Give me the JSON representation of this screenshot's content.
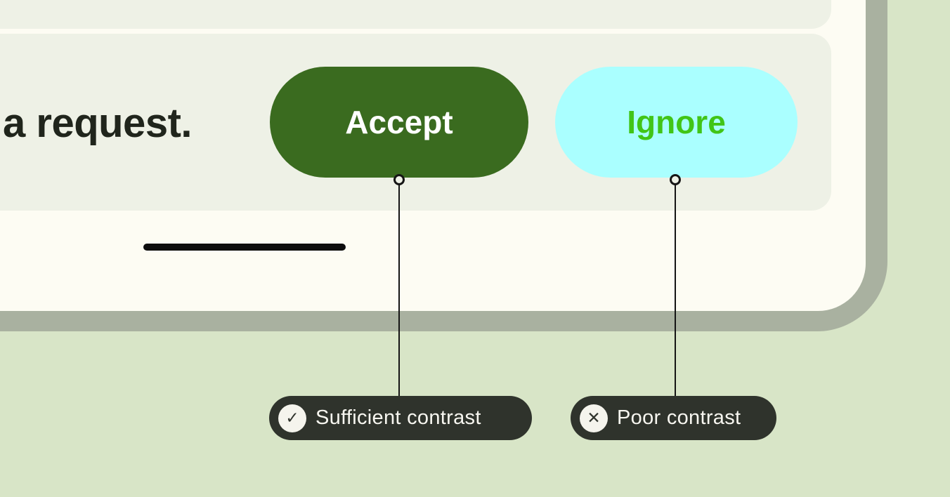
{
  "screen": {
    "message_fragment": "a request.",
    "accept_button": "Accept",
    "ignore_button": "Ignore"
  },
  "annotations": {
    "sufficient": {
      "label": "Sufficient contrast",
      "icon": "check-icon",
      "glyph": "✓"
    },
    "poor": {
      "label": "Poor contrast",
      "icon": "cross-icon",
      "glyph": "✕"
    }
  },
  "colors": {
    "page_background": "#d8e5c7",
    "device_frame": "#a9b1a0",
    "screen_background": "#fdfcf3",
    "card_background": "#eef1e6",
    "accept_button_bg": "#3a6b1f",
    "accept_button_text": "#ffffff",
    "ignore_button_bg": "#aaffff",
    "ignore_button_text": "#41c517",
    "chip_bg": "#2f332c",
    "chip_text": "#f7f6f0",
    "message_text": "#20251c",
    "annotation_line": "#151515",
    "divider": "#0d0d0d"
  }
}
